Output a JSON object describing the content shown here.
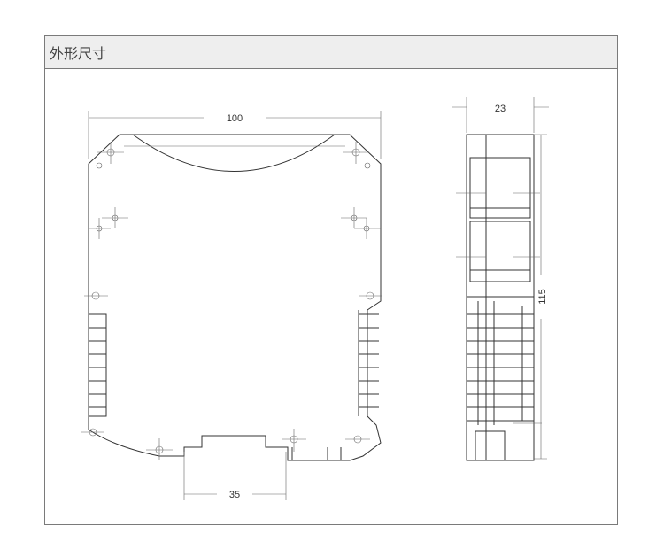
{
  "section": {
    "title": "外形尺寸"
  },
  "dimensions": {
    "width_front": "100",
    "rail_width": "35",
    "depth_side": "23",
    "height_side": "115"
  }
}
